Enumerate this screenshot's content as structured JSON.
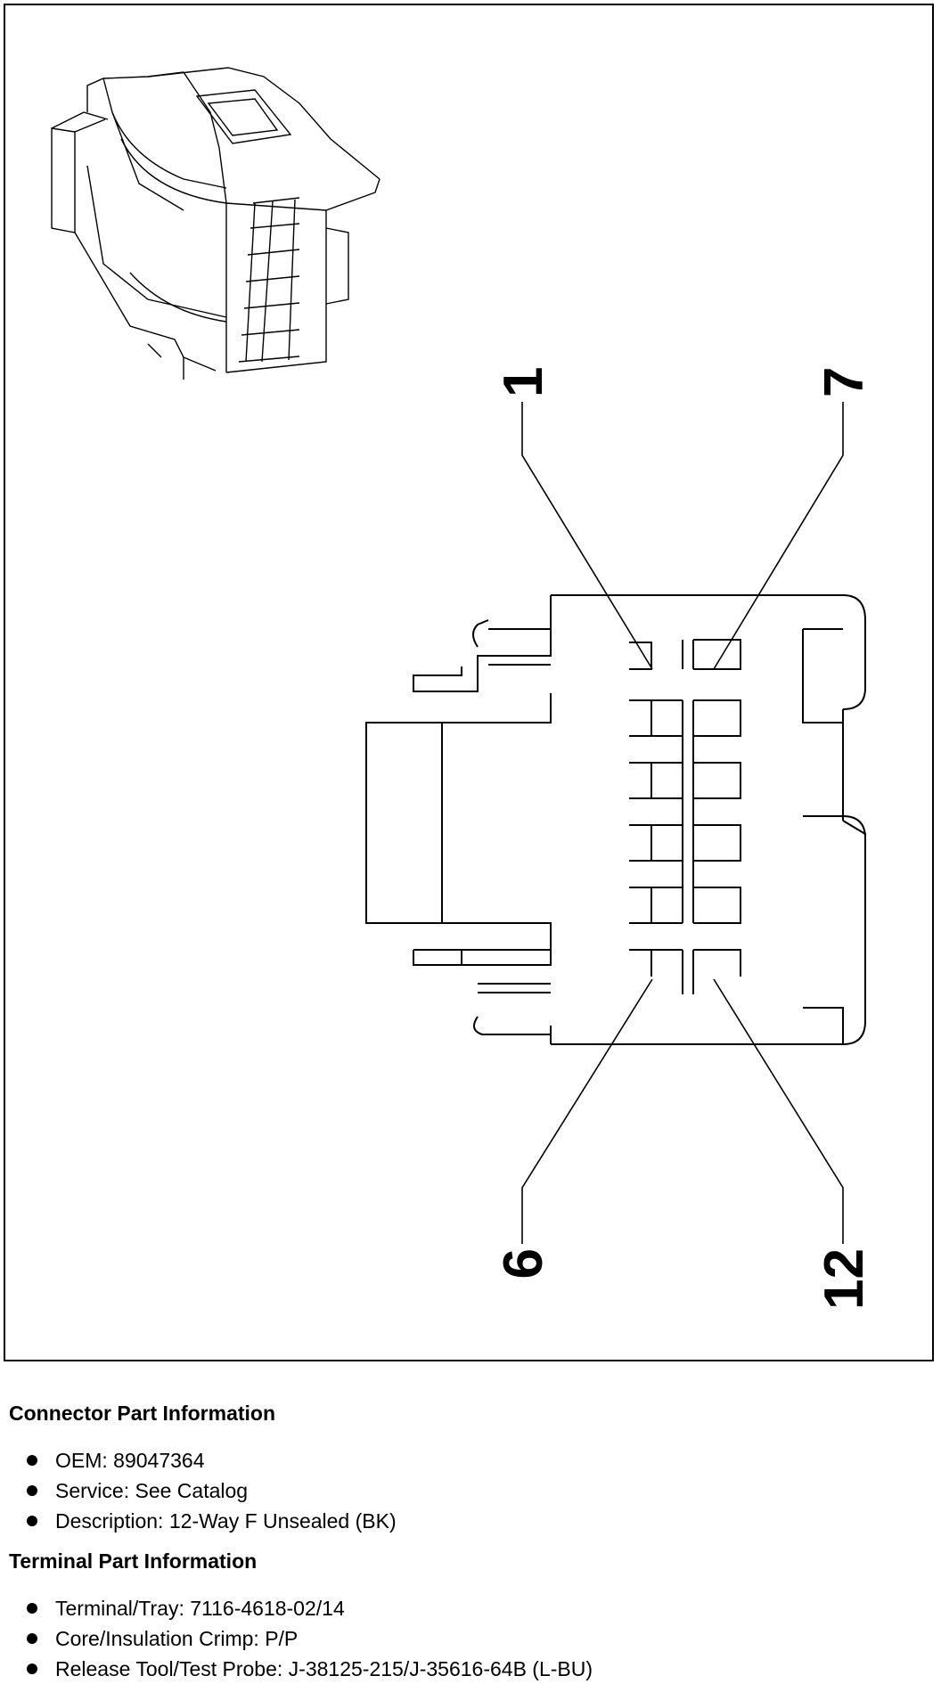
{
  "diagram": {
    "pin_labels": [
      "1",
      "7",
      "6",
      "12"
    ],
    "colors": {
      "line": "#000000",
      "background": "#ffffff"
    }
  },
  "connector_section": {
    "heading": "Connector Part Information",
    "items": [
      "OEM: 89047364",
      "Service: See Catalog",
      "Description: 12-Way F Unsealed (BK)"
    ]
  },
  "terminal_section": {
    "heading": "Terminal Part Information",
    "items": [
      "Terminal/Tray: 7116-4618-02/14",
      "Core/Insulation Crimp: P/P",
      "Release Tool/Test Probe: J-38125-215/J-35616-64B (L-BU)"
    ]
  }
}
